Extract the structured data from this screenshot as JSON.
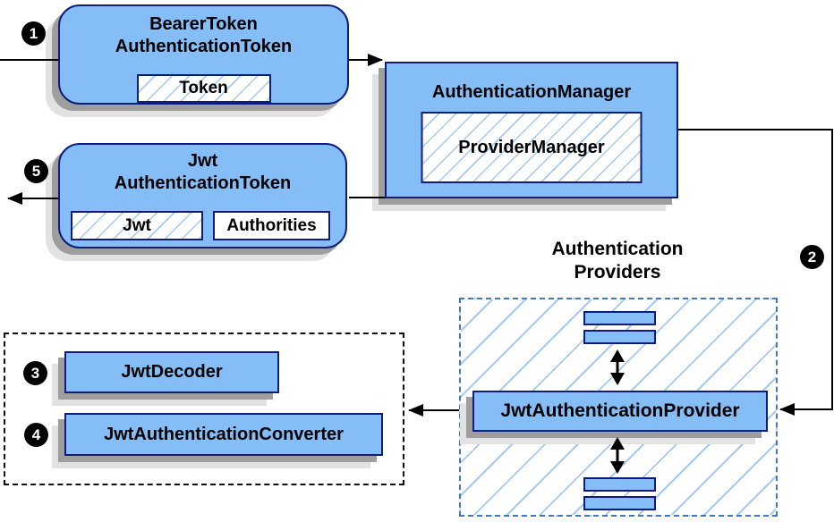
{
  "nodes": {
    "bearer_token": {
      "title_line1": "BearerToken",
      "title_line2": "AuthenticationToken",
      "field_token": "Token"
    },
    "authentication_manager": {
      "title": "AuthenticationManager",
      "inner": "ProviderManager"
    },
    "jwt_authentication_token": {
      "title_line1": "Jwt",
      "title_line2": "AuthenticationToken",
      "field_jwt": "Jwt",
      "field_authorities": "Authorities"
    },
    "providers_group": {
      "title_line1": "Authentication",
      "title_line2": "Providers"
    },
    "jwt_authentication_provider": {
      "title": "JwtAuthenticationProvider"
    },
    "jwt_decoder": {
      "title": "JwtDecoder"
    },
    "jwt_authentication_converter": {
      "title": "JwtAuthenticationConverter"
    }
  },
  "step_markers": {
    "step1": "1",
    "step2": "2",
    "step3": "3",
    "step4": "4",
    "step5": "5"
  },
  "colors": {
    "node_fill": "#85BEF7",
    "node_border": "#0D1D7E",
    "hatch": "#A5C9F0",
    "dashed_blue": "#4477C4",
    "shadow_dark": "#9E9E9E",
    "shadow_light": "#E2E2E2",
    "arrow": "#000000"
  }
}
